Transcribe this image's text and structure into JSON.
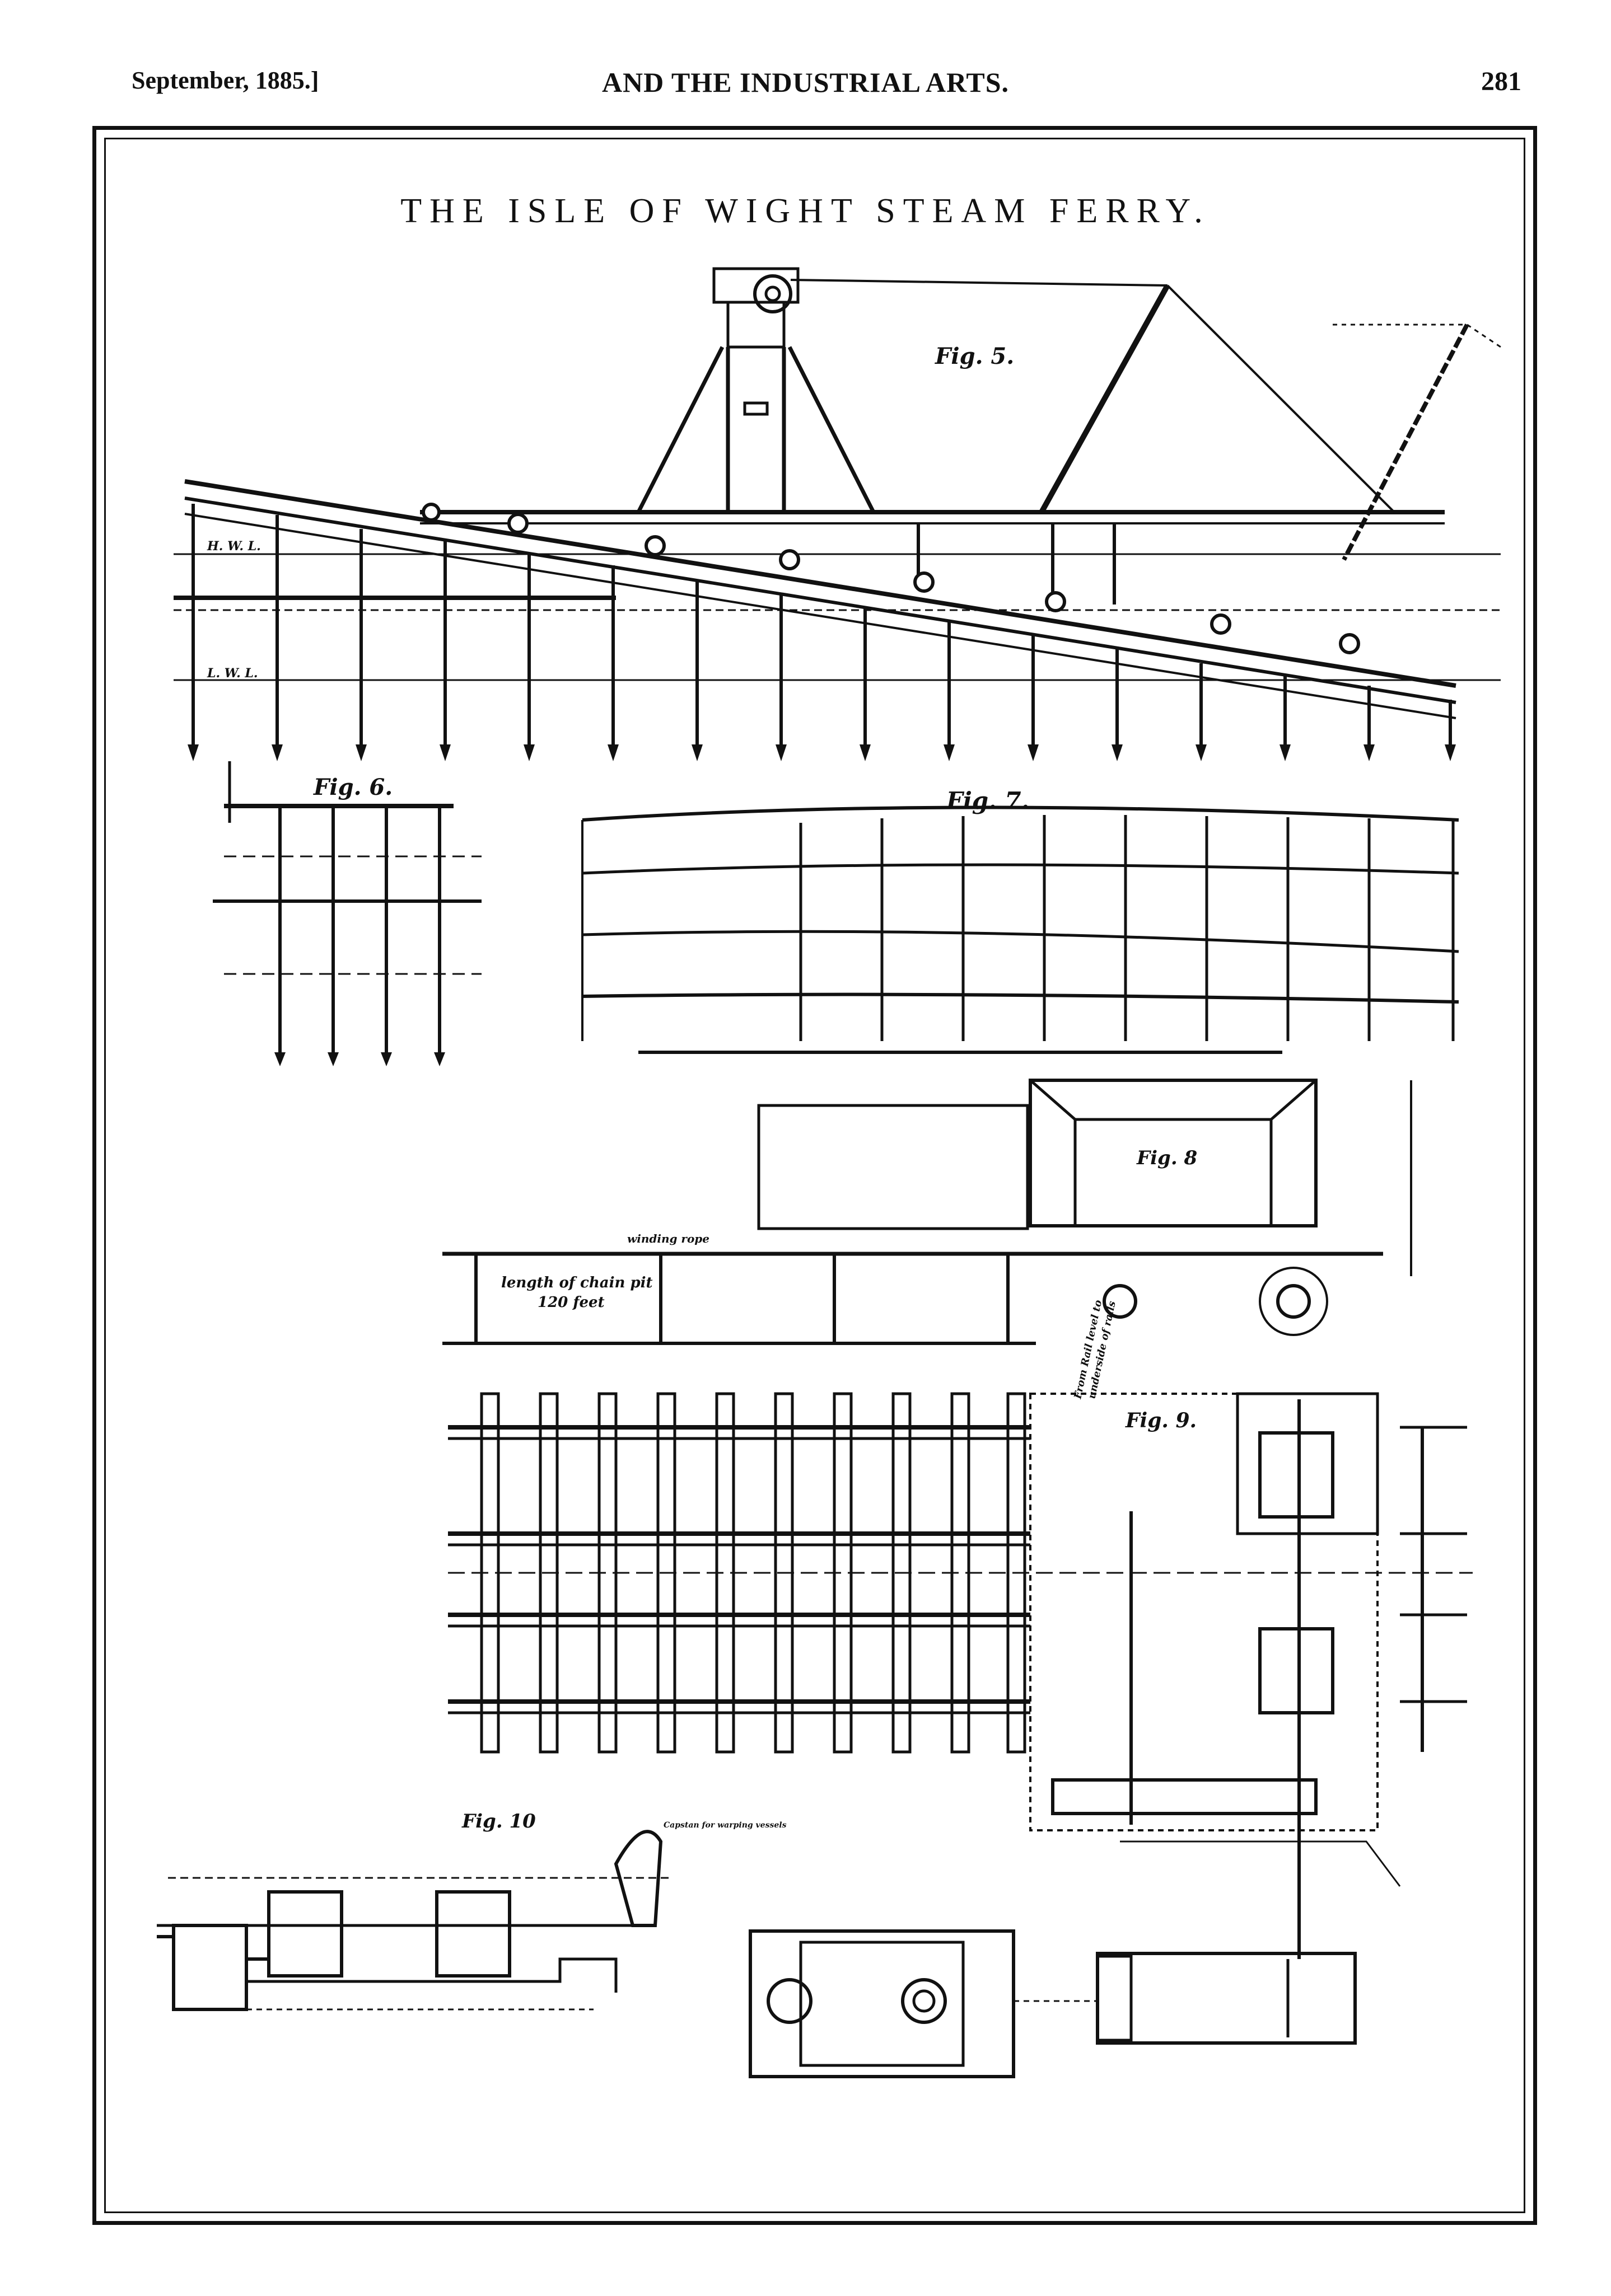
{
  "header": {
    "date": "September, 1885.]",
    "journal": "AND THE INDUSTRIAL ARTS.",
    "page_number": "281"
  },
  "plate": {
    "title": "THE ISLE OF WIGHT STEAM FERRY."
  },
  "figures": {
    "fig5": {
      "label": "Fig. 5.",
      "hwl": "H. W. L.",
      "lwl": "L. W. L."
    },
    "fig6": {
      "label": "Fig. 6."
    },
    "fig7": {
      "label": "Fig. 7."
    },
    "fig8": {
      "label": "Fig. 8",
      "chain_pit_line1": "length of chain pit",
      "chain_pit_line2": "120 feet",
      "rope_note": "winding rope"
    },
    "fig9": {
      "label": "Fig. 9.",
      "rail_note_line1": "From Rail level to",
      "rail_note_line2": "underside of rails"
    },
    "fig10": {
      "label": "Fig. 10",
      "side_note": "Capstan for warping vessels"
    }
  }
}
